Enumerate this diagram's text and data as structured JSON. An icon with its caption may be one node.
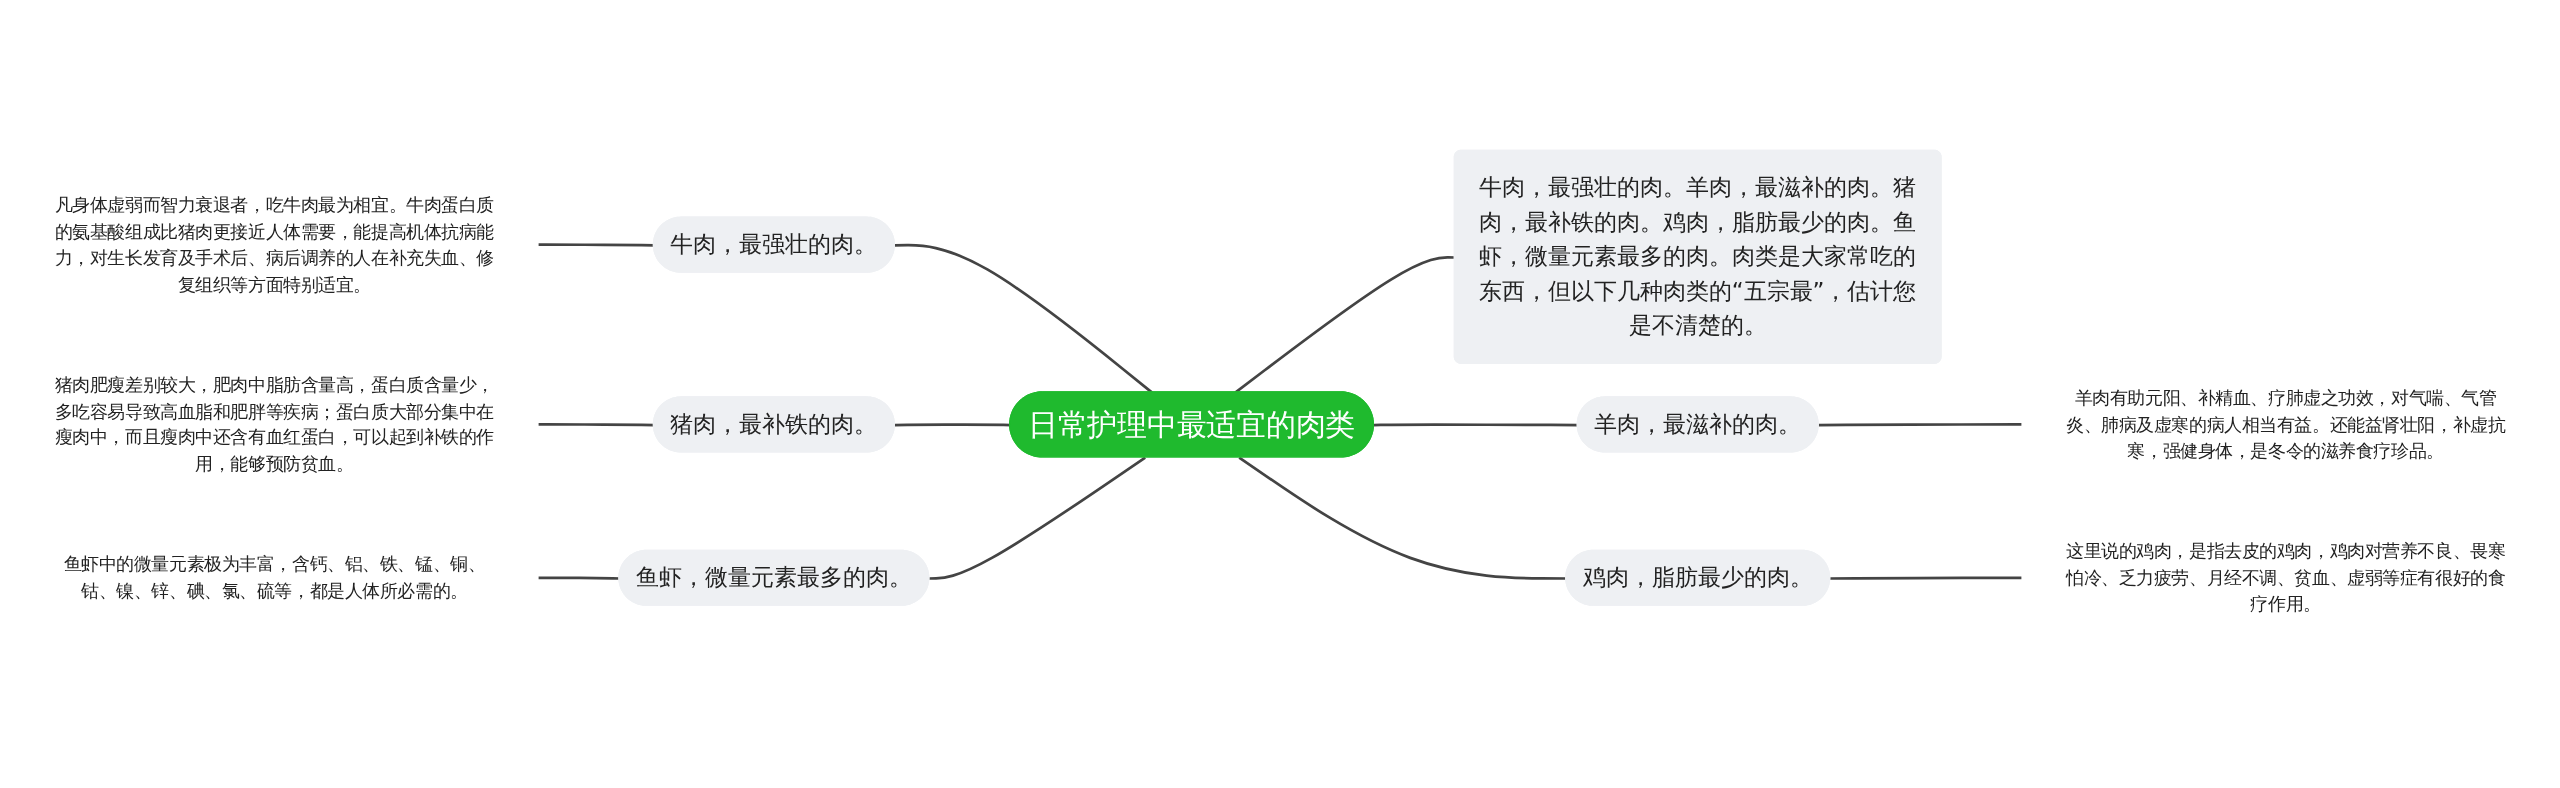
{
  "diagram": {
    "nodes": [
      {
        "text": [
          "日常护理中最适宜的肉类"
        ]
      },
      {
        "text": [
          "牛肉，最强壮的肉。羊肉，最滋补的肉。猪肉，最补铁的肉。鸡肉，脂肪最少的肉。鱼虾，微量元素最多的肉。肉类是大家常吃的东西，但以下几种肉类的“五宗最”，估计您是不清楚的。"
        ]
      },
      {
        "text": [
          "牛肉，最强壮的肉。"
        ]
      },
      {
        "text": [
          "凡身体虚弱而智力衰退者，吃牛肉最为相宜。牛肉蛋白质的氨基酸组成比猪肉更接近人体需要，能提高机体抗病能力，对生长发育及手术后、病后调养的人在补充失血、修复组织等方面特别适宜。"
        ]
      },
      {
        "text": [
          "猪肉，最补铁的肉。"
        ]
      },
      {
        "text": [
          "猪肉肥瘦差别较大，肥肉中脂肪含量高，蛋白质含量少，多吃容易导致高血脂和肥胖等疾病；蛋白质大部分集中在瘦肉中，而且瘦肉中还含有血红蛋白，可以起到补铁的作用，能够预防贫血。"
        ]
      },
      {
        "text": [
          "鱼虾，微量元素最多的肉。"
        ]
      },
      {
        "text": [
          "鱼虾中的微量元素极为丰富，含钙、铝、铁、锰、铜、钴、镍、锌、碘、氯、硫等，都是人体所必需的。"
        ]
      },
      {
        "text": [
          "羊肉，最滋补的肉。"
        ]
      },
      {
        "text": [
          "羊肉有助元阳、补精血、疗肺虚之功效，对气喘、气管炎、肺病及虚寒的病人相当有益。还能益肾壮阳，补虚抗寒，强健身体，是冬令的滋养食疗珍品。"
        ]
      },
      {
        "text": [
          "鸡肉，脂肪最少的肉。"
        ]
      },
      {
        "text": [
          "这里说的鸡肉，是指去皮的鸡肉，鸡肉对营养不良、畏寒怕冷、乏力疲劳、月经不调、贫血、虚弱等症有很好的食疗作用。"
        ]
      }
    ],
    "edges": [
      {
        "from": 0,
        "to": 1,
        "arrow": "none"
      },
      {
        "from": 0,
        "to": 2,
        "arrow": "none"
      },
      {
        "from": 2,
        "to": 3,
        "arrow": "none"
      },
      {
        "from": 0,
        "to": 4,
        "arrow": "none"
      },
      {
        "from": 4,
        "to": 5,
        "arrow": "none"
      },
      {
        "from": 0,
        "to": 6,
        "arrow": "none"
      },
      {
        "from": 6,
        "to": 7,
        "arrow": "none"
      },
      {
        "from": 0,
        "to": 8,
        "arrow": "none"
      },
      {
        "from": 8,
        "to": 9,
        "arrow": "none"
      },
      {
        "from": 0,
        "to": 10,
        "arrow": "none"
      },
      {
        "from": 10,
        "to": 11,
        "arrow": "none"
      }
    ]
  }
}
